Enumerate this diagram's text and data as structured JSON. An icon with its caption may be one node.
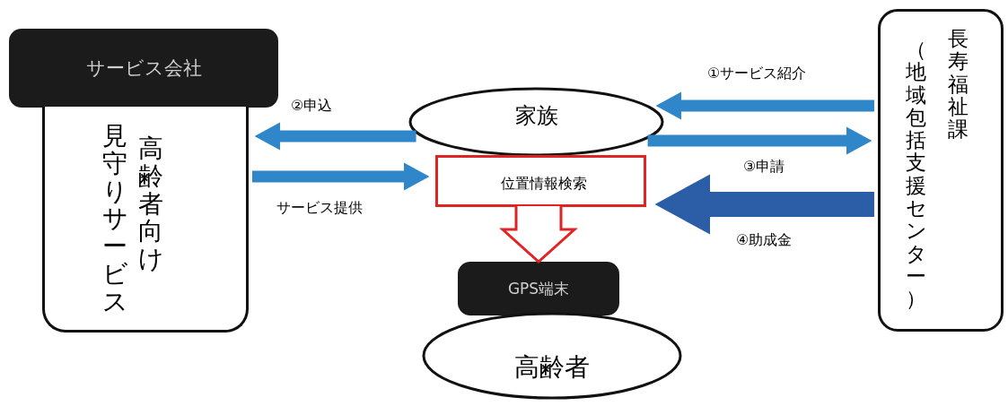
{
  "diagram": {
    "nodes": [
      {
        "text": [
          "サービス会社"
        ]
      },
      {
        "text": [
          "高齢者向け見守りサービス"
        ]
      },
      {
        "text": [
          "家族"
        ]
      },
      {
        "text": [
          "位置情報検索"
        ]
      },
      {
        "text": [
          "GPS端末"
        ]
      },
      {
        "text": [
          "高齢者"
        ]
      },
      {
        "text": [
          "長寿福祉課（地域包括支援センター）"
        ]
      }
    ],
    "edges": [
      {
        "from": 2,
        "to": 1,
        "arrow": "to",
        "label": "②申込"
      },
      {
        "from": 1,
        "to": 3,
        "arrow": "to",
        "label": "サービス提供"
      },
      {
        "from": 6,
        "to": 2,
        "arrow": "to",
        "label": "①サービス紹介"
      },
      {
        "from": 2,
        "to": 6,
        "arrow": "to",
        "label": "③申請"
      },
      {
        "from": 6,
        "to": 3,
        "arrow": "to",
        "label": "④助成金",
        "style": "thick",
        "color": "#2b5ea6"
      },
      {
        "from": 3,
        "to": 4,
        "arrow": "to",
        "color": "#e02424"
      }
    ]
  }
}
